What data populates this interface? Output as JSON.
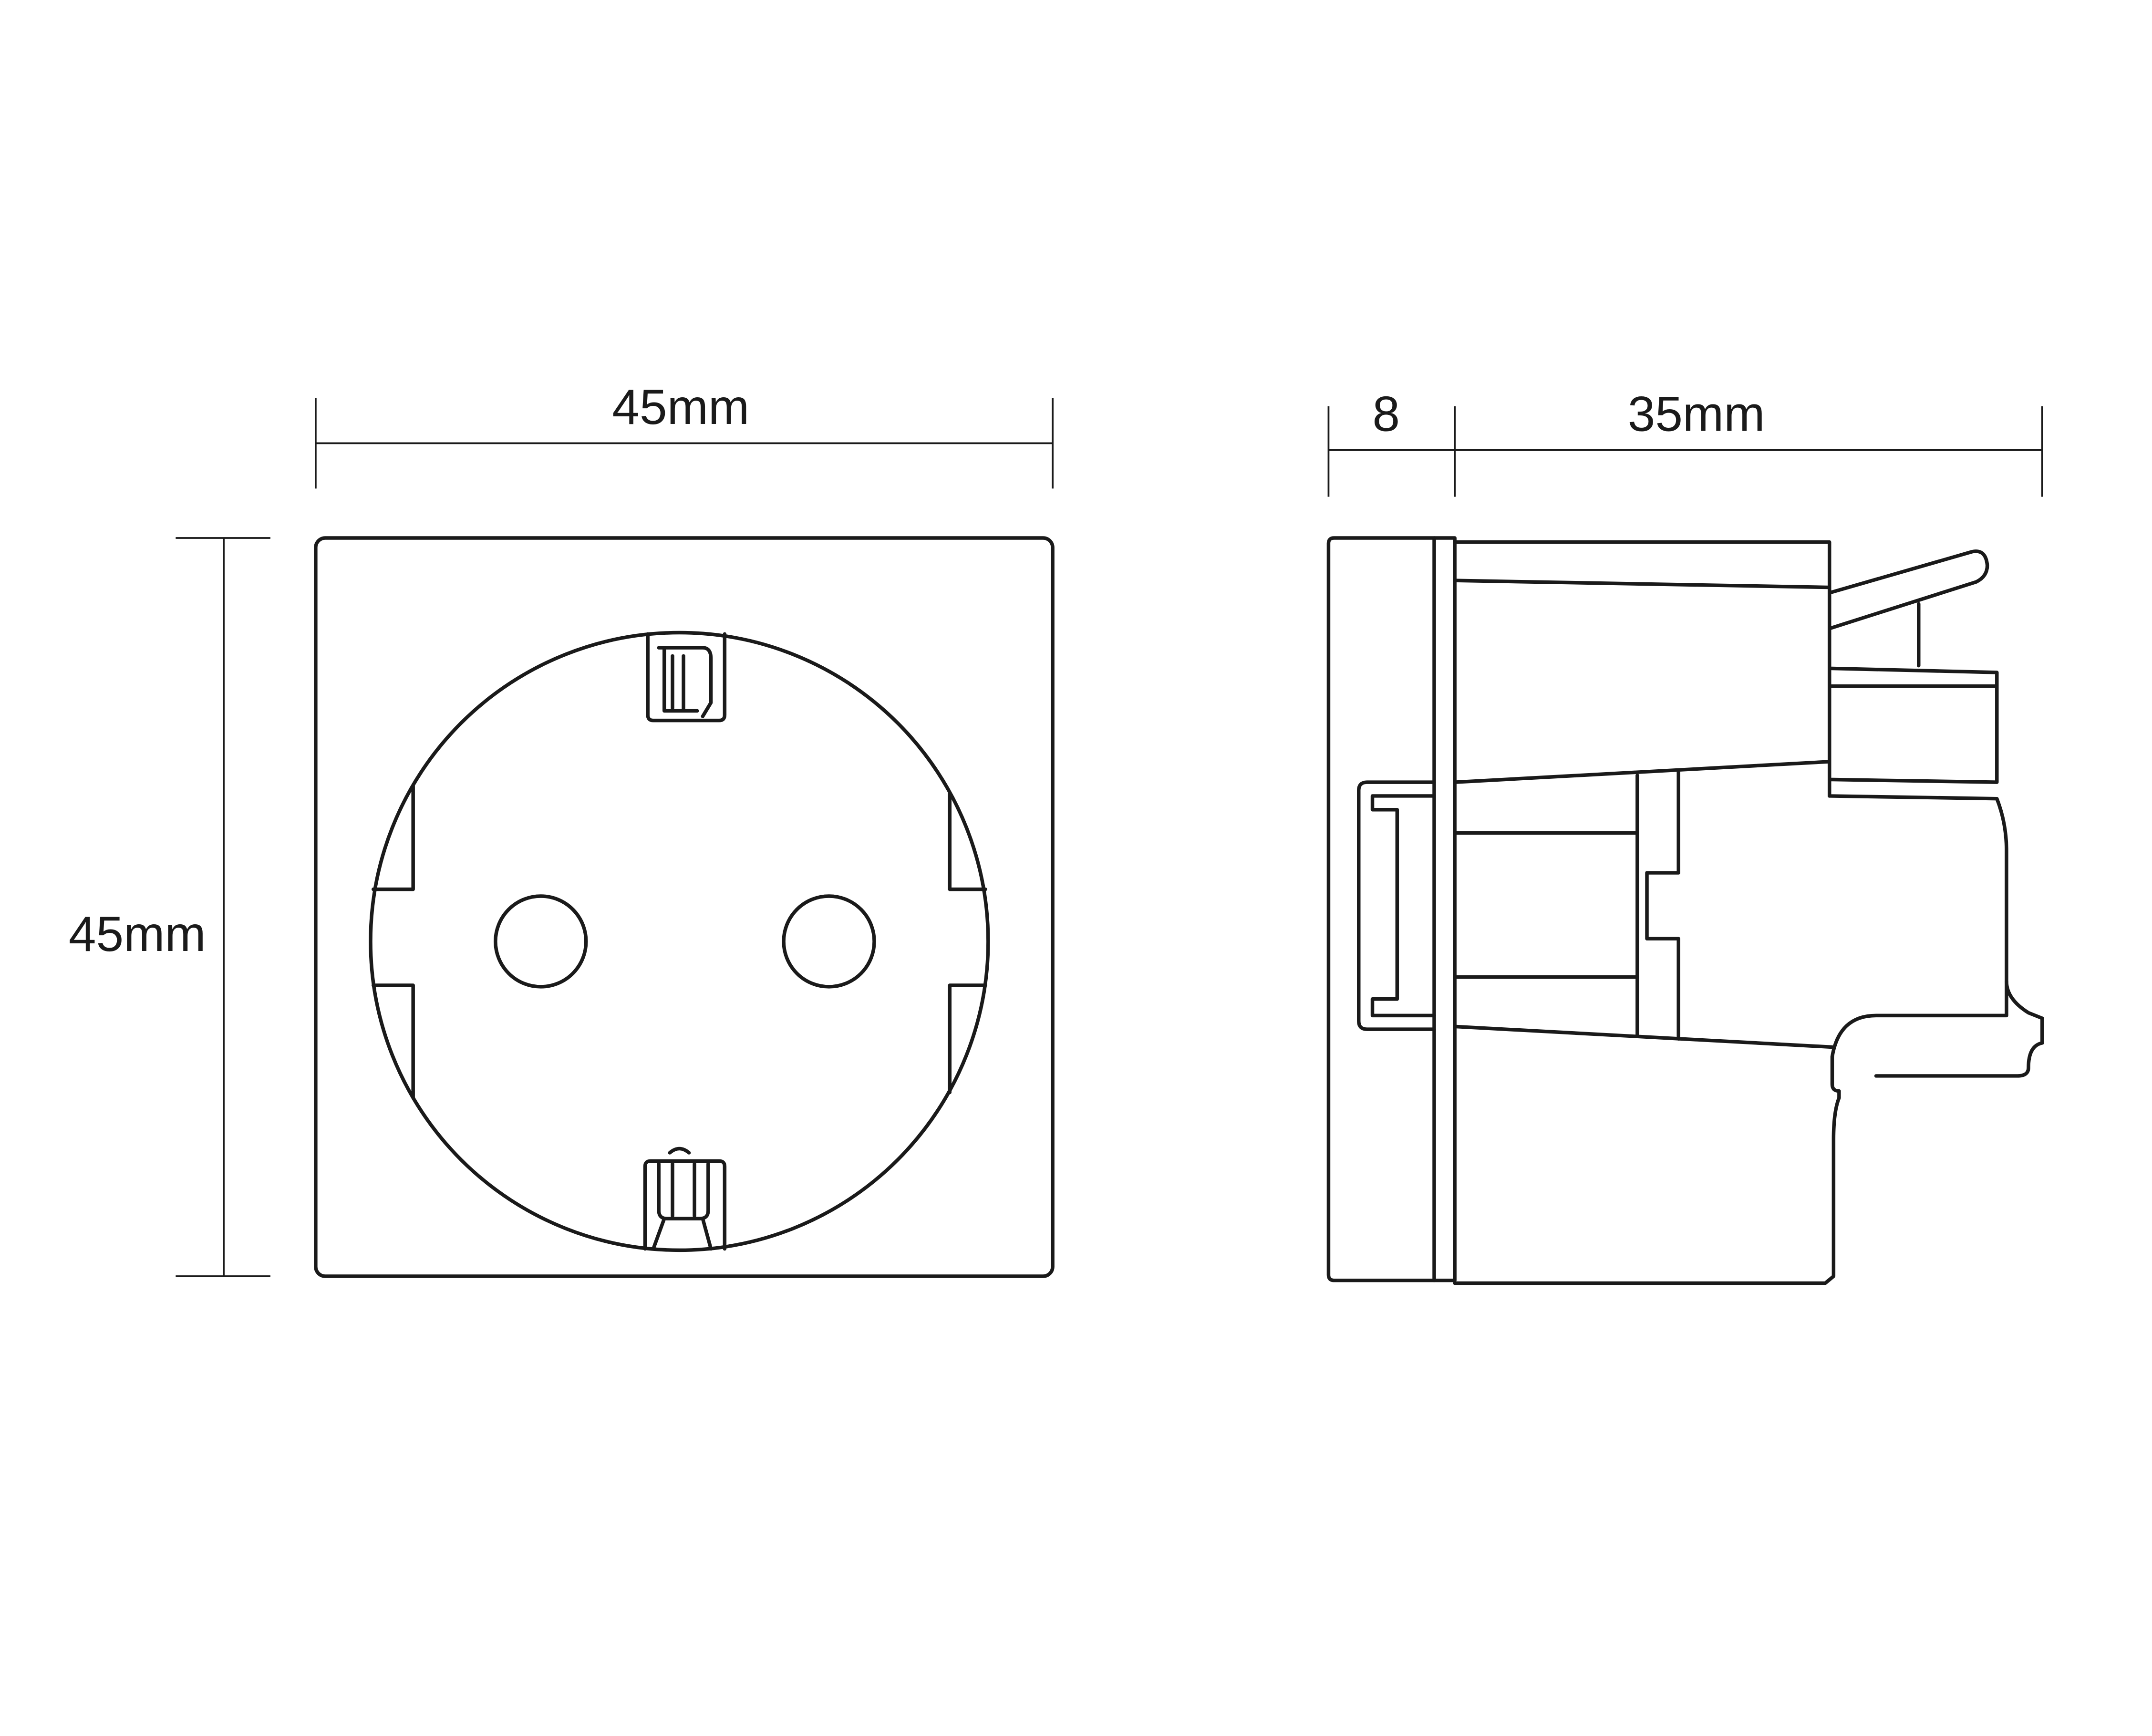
{
  "front_view": {
    "width_label": "45mm",
    "height_label": "45mm"
  },
  "side_view": {
    "plate_depth_label": "8",
    "body_depth_label": "35mm"
  },
  "colors": {
    "stroke": "#1a1a1a",
    "background": "#ffffff"
  }
}
